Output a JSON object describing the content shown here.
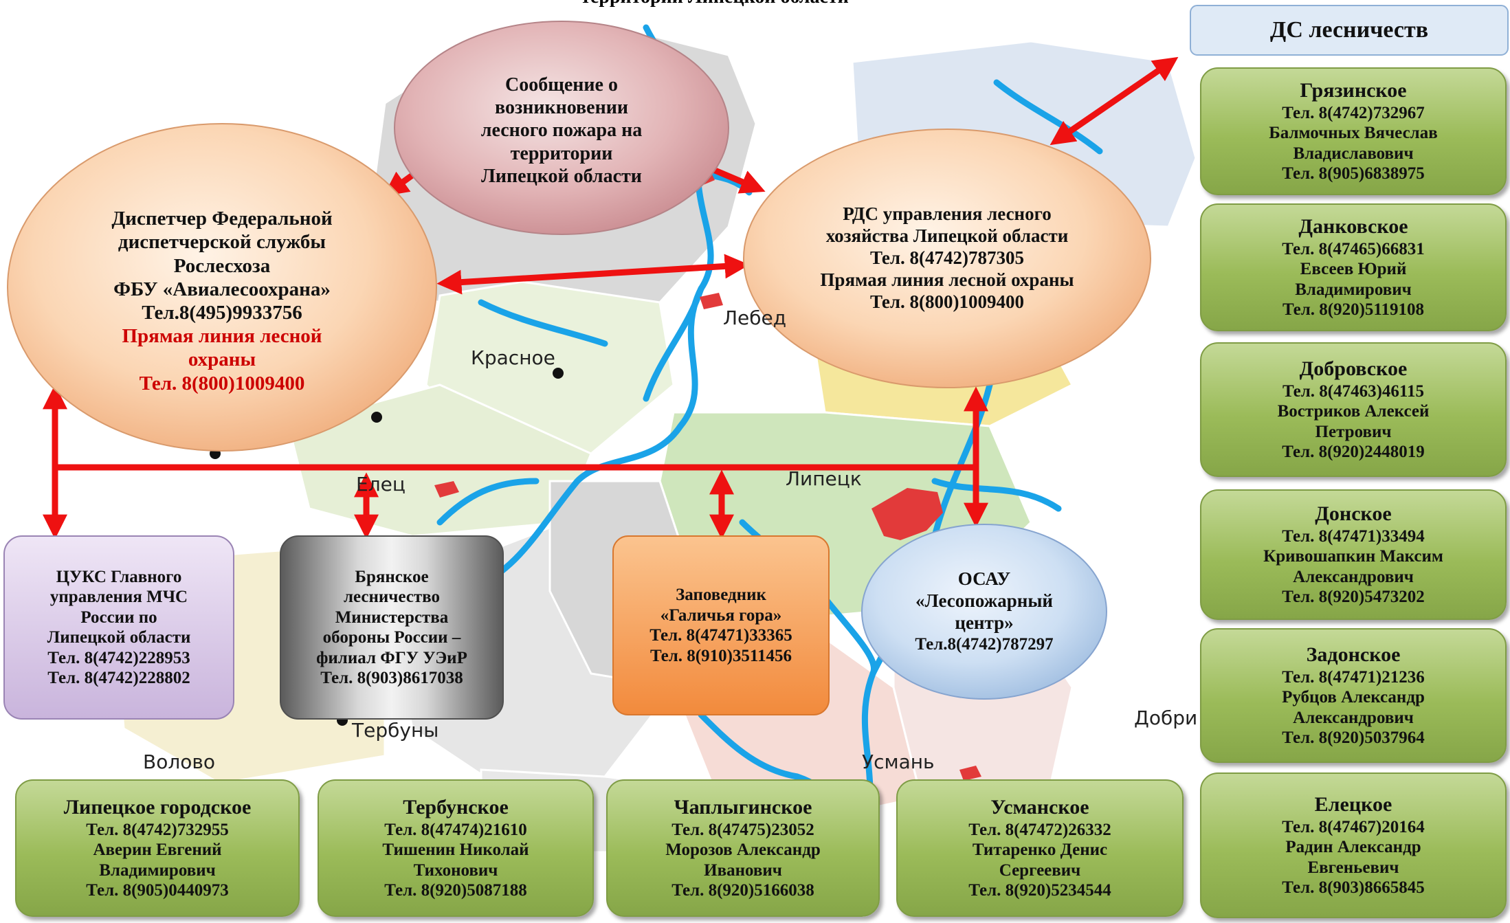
{
  "top_caption": "территории Липецкой области",
  "ds_header": "ДС лесничеств",
  "map_labels": {
    "krasnoe": "Красное",
    "lipetsk": "Липецк",
    "lebed": "Лебед",
    "elets": "Елец",
    "terbuny": "Тербуны",
    "volovo": "Волово",
    "usman": "Усмань",
    "dobri": "Добри"
  },
  "message": [
    "Сообщение о",
    "возникновении",
    "лесного пожара на",
    "территории",
    "Липецкой  области"
  ],
  "federal": {
    "lines": [
      "Диспетчер Федеральной",
      "диспетчерской службы",
      "Рослесхоза",
      "ФБУ «Авиалесоохрана»",
      "Тел.8(495)9933756"
    ],
    "red_lines": [
      "Прямая линия лесной",
      "охраны",
      "Тел. 8(800)1009400"
    ]
  },
  "rds": [
    "РДС управления лесного",
    "хозяйства Липецкой области",
    "Тел. 8(4742)787305",
    "Прямая линия лесной охраны",
    "Тел. 8(800)1009400"
  ],
  "cuks": [
    "ЦУКС  Главного",
    "управления МЧС",
    "России  по",
    "Липецкой области",
    "Тел. 8(4742)228953",
    "Тел. 8(4742)228802"
  ],
  "bryansk": [
    "Брянское",
    "лесничество",
    "Министерства",
    "обороны России –",
    "филиал ФГУ УЭиР",
    "Тел. 8(903)8617038"
  ],
  "reserve": [
    "Заповедник",
    "«Галичья гора»",
    "Тел. 8(47471)33365",
    "Тел. 8(910)3511456"
  ],
  "osau": [
    "ОСАУ",
    "«Лесопожарный",
    "центр»",
    "Тел.8(4742)787297"
  ],
  "forestries_right": [
    {
      "name": "Грязинское",
      "lines": [
        "Тел. 8(4742)732967",
        "Балмочных Вячеслав",
        "Владиславович",
        "Тел. 8(905)6838975"
      ]
    },
    {
      "name": "Данковское",
      "lines": [
        "Тел. 8(47465)66831",
        "Евсеев Юрий",
        "Владимирович",
        "Тел. 8(920)5119108"
      ]
    },
    {
      "name": "Добровское",
      "lines": [
        "Тел. 8(47463)46115",
        "Востриков Алексей",
        "Петрович",
        "Тел. 8(920)2448019"
      ]
    },
    {
      "name": "Донское",
      "lines": [
        "Тел. 8(47471)33494",
        "Кривошапкин Максим",
        "Александрович",
        "Тел. 8(920)5473202"
      ]
    },
    {
      "name": "Задонское",
      "lines": [
        "Тел. 8(47471)21236",
        "Рубцов Александр",
        "Александрович",
        "Тел. 8(920)5037964"
      ]
    }
  ],
  "forestries_bottom": [
    {
      "name": "Липецкое городское",
      "lines": [
        "Тел. 8(4742)732955",
        "Аверин Евгений",
        "Владимирович",
        "Тел. 8(905)0440973"
      ]
    },
    {
      "name": "Тербунское",
      "lines": [
        "Тел. 8(47474)21610",
        "Тишенин Николай",
        "Тихонович",
        "Тел. 8(920)5087188"
      ]
    },
    {
      "name": "Чаплыгинское",
      "lines": [
        "Тел. 8(47475)23052",
        "Морозов Александр",
        "Иванович",
        "Тел. 8(920)5166038"
      ]
    },
    {
      "name": "Усманское",
      "lines": [
        "Тел. 8(47472)26332",
        "Титаренко Денис",
        "Сергеевич",
        "Тел. 8(920)5234544"
      ]
    },
    {
      "name": "Елецкое",
      "lines": [
        "Тел. 8(47467)20164",
        "Радин Александр",
        "Евгеньевич",
        "Тел. 8(903)8665845"
      ]
    }
  ],
  "colors": {
    "arrow": "#ee1111",
    "river": "#1aa3e8",
    "forestry_green": "#9bbb59",
    "reserve_orange": "#f79646",
    "federal_red_text": "#cc0000"
  }
}
